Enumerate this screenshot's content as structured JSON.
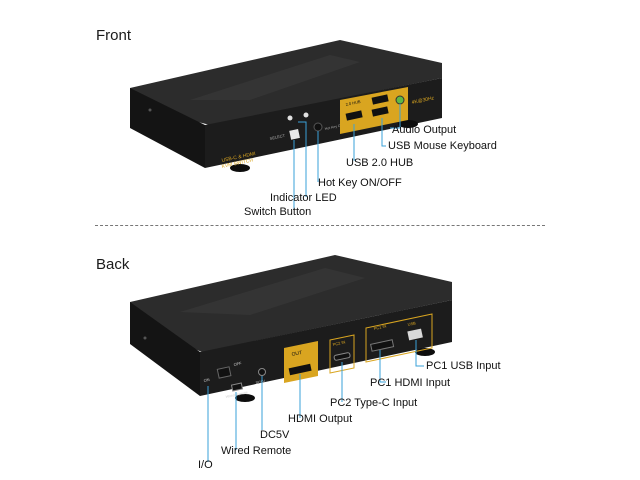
{
  "front": {
    "title": "Front",
    "device_text": {
      "brand_line1": "USB-C & HDMI",
      "brand_line2": "KVM SWITCH",
      "select_label": "SELECT",
      "hotkey_label": "Hot Key ON/OFF",
      "hub_label": "2.0 HUB",
      "resolution_badge": "4K@30Hz"
    },
    "labels": {
      "audio_output": "Audio Output",
      "usb_mouse_keyboard": "USB Mouse Keyboard",
      "usb_hub": "USB 2.0 HUB",
      "hot_key": "Hot Key ON/OFF",
      "indicator_led": "Indicator LED",
      "switch_button": "Switch Button"
    }
  },
  "back": {
    "title": "Back",
    "device_text": {
      "on": "ON",
      "off": "OFF",
      "dc": "DC5V",
      "wired_remote": "Wired Remote",
      "out": "OUT",
      "pc2_in": "PC2 IN",
      "pc1_in": "PC1 IN",
      "usb": "USB"
    },
    "labels": {
      "pc1_usb_input": "PC1 USB Input",
      "pc1_hdmi_input": "PC1 HDMI Input",
      "pc2_typec_input": "PC2 Type-C Input",
      "hdmi_output": "HDMI Output",
      "dc5v": "DC5V",
      "wired_remote": "Wired Remote",
      "io": "I/O"
    }
  },
  "colors": {
    "device_body": "#1f1f1f",
    "device_top": "#2b2b2b",
    "accent_gold": "#d9a520",
    "callout_line": "#3aa1d8"
  }
}
